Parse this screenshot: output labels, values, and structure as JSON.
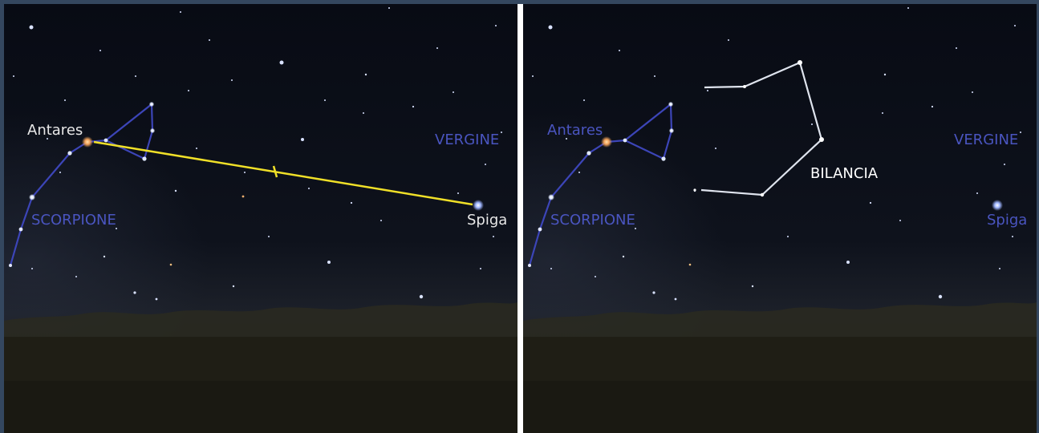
{
  "left_panel": {
    "star_labels": {
      "antares": "Antares",
      "spiga": "Spiga"
    },
    "constellations": {
      "scorpione": "SCORPIONE",
      "vergine": "VERGINE"
    }
  },
  "right_panel": {
    "star_labels": {
      "antares": "Antares",
      "spiga": "Spiga"
    },
    "constellations": {
      "scorpione": "SCORPIONE",
      "vergine": "VERGINE",
      "bilancia": "BILANCIA"
    }
  },
  "colors": {
    "sky_top": "#0b0e18",
    "sky_horizon": "#1b1f2a",
    "ground": "#222017",
    "constellation_lines": "#3c45b8",
    "constellation_labels": "#4a55c0",
    "connector_line": "#f0e028",
    "bilancia_lines": "#dfe4ee"
  }
}
